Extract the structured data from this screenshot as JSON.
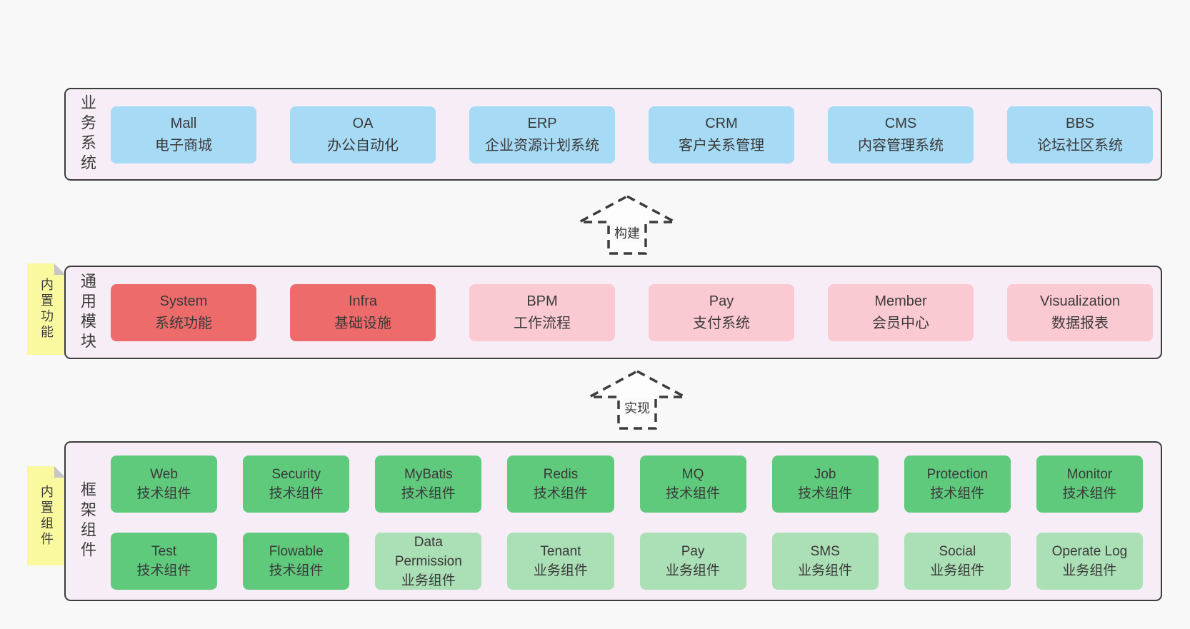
{
  "colors": {
    "page_bg": "#f8f8f8",
    "band_bg": "#f7edf6",
    "band_border": "#3c3c3c",
    "blue_box": "#a6daf5",
    "red_box": "#ee6b6b",
    "pink_box": "#fbc9d2",
    "green_box": "#5fc97c",
    "green_light_box": "#abdfb5",
    "note_yellow": "#fbf9a0",
    "note_fold_gray": "#c6c6c6",
    "text": "#3a3a3a"
  },
  "band1": {
    "label": "业务系统",
    "boxes": [
      {
        "name": "Mall",
        "desc": "电子商城"
      },
      {
        "name": "OA",
        "desc": "办公自动化"
      },
      {
        "name": "ERP",
        "desc": "企业资源计划系统"
      },
      {
        "name": "CRM",
        "desc": "客户关系管理"
      },
      {
        "name": "CMS",
        "desc": "内容管理系统"
      },
      {
        "name": "BBS",
        "desc": "论坛社区系统"
      }
    ]
  },
  "arrow1": {
    "label": "构建"
  },
  "band2": {
    "label": "通用模块",
    "note": "内置功能",
    "boxes": [
      {
        "name": "System",
        "desc": "系统功能"
      },
      {
        "name": "Infra",
        "desc": "基础设施"
      },
      {
        "name": "BPM",
        "desc": "工作流程"
      },
      {
        "name": "Pay",
        "desc": "支付系统"
      },
      {
        "name": "Member",
        "desc": "会员中心"
      },
      {
        "name": "Visualization",
        "desc": "数据报表"
      }
    ]
  },
  "arrow2": {
    "label": "实现"
  },
  "band3": {
    "label": "框架组件",
    "note": "内置组件",
    "row1": [
      {
        "name": "Web",
        "desc": "技术组件"
      },
      {
        "name": "Security",
        "desc": "技术组件"
      },
      {
        "name": "MyBatis",
        "desc": "技术组件"
      },
      {
        "name": "Redis",
        "desc": "技术组件"
      },
      {
        "name": "MQ",
        "desc": "技术组件"
      },
      {
        "name": "Job",
        "desc": "技术组件"
      },
      {
        "name": "Protection",
        "desc": "技术组件"
      },
      {
        "name": "Monitor",
        "desc": "技术组件"
      }
    ],
    "row2": [
      {
        "name": "Test",
        "desc": "技术组件"
      },
      {
        "name": "Flowable",
        "desc": "技术组件"
      },
      {
        "name": "Data Permission",
        "desc": "业务组件"
      },
      {
        "name": "Tenant",
        "desc": "业务组件"
      },
      {
        "name": "Pay",
        "desc": "业务组件"
      },
      {
        "name": "SMS",
        "desc": "业务组件"
      },
      {
        "name": "Social",
        "desc": "业务组件"
      },
      {
        "name": "Operate Log",
        "desc": "业务组件"
      }
    ]
  }
}
